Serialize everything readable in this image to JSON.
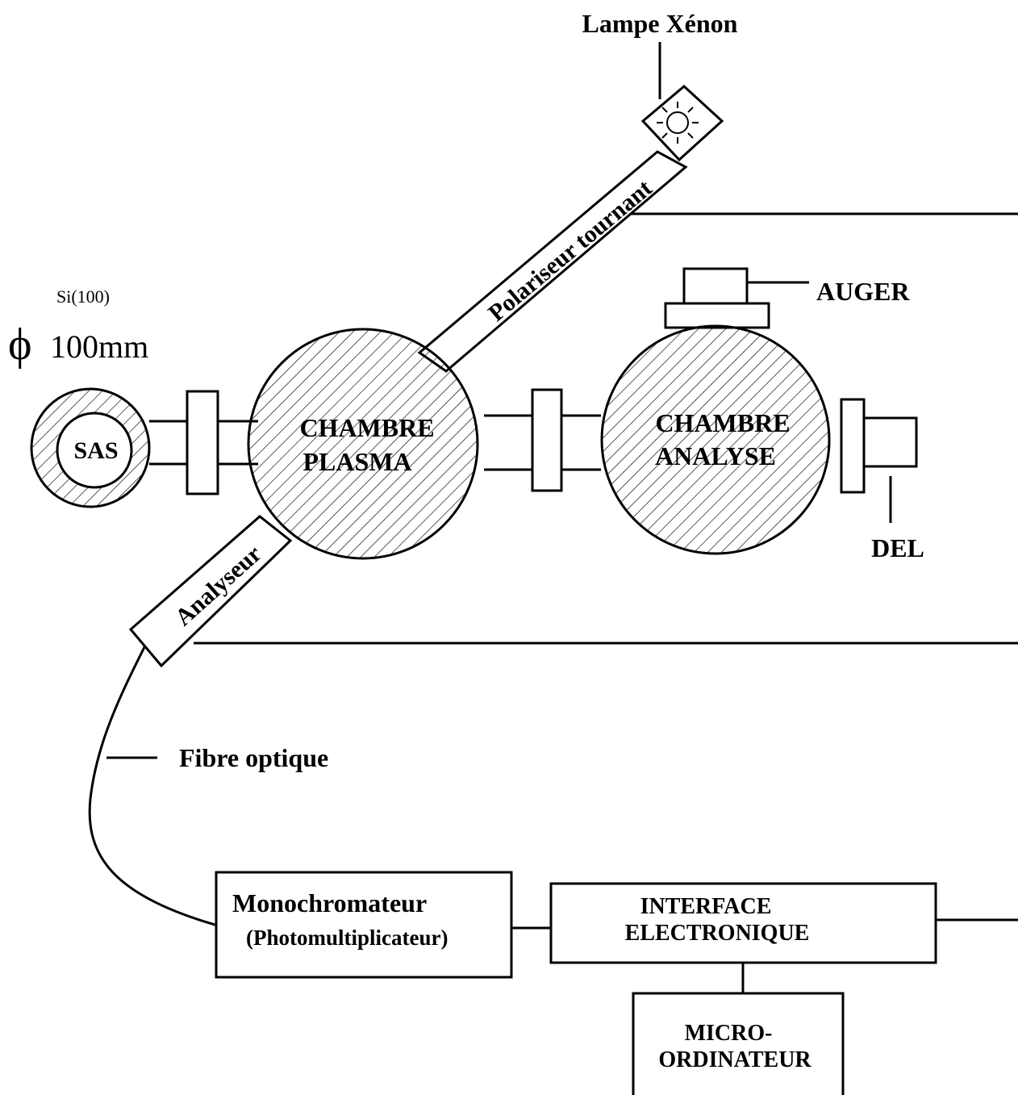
{
  "labels": {
    "lamp": "Lampe Xénon",
    "polarizer": "Polariseur tournant",
    "auger": "AUGER",
    "wafer_material": "Si(100)",
    "wafer_diameter": "100mm",
    "diameter_symbol": "ϕ",
    "sas": "SAS",
    "plasma_line1": "CHAMBRE",
    "plasma_line2": "PLASMA",
    "analysis_line1": "CHAMBRE",
    "analysis_line2": "ANALYSE",
    "del": "DEL",
    "analyser": "Analyseur",
    "fiber": "Fibre optique",
    "mono_line1": "Monochromateur",
    "mono_line2": "(Photomultiplicateur)",
    "interface_line1": "INTERFACE",
    "interface_line2": "ELECTRONIQUE",
    "computer_line1": "MICRO-",
    "computer_line2": "ORDINATEUR"
  }
}
